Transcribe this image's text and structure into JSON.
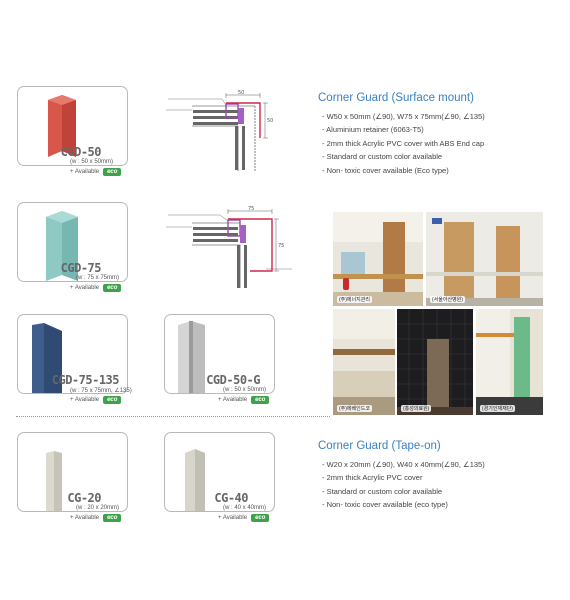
{
  "products": [
    {
      "code": "CGD-50",
      "dim": "(w : 50 x 50mm)",
      "available": "+ Available",
      "eco": "eco",
      "color": "#d9574a"
    },
    {
      "code": "CGD-75",
      "dim": "(w : 75 x 75mm)",
      "available": "+ Available",
      "eco": "eco",
      "color": "#8ec9c4"
    },
    {
      "code": "CGD-75-135",
      "dim": "(w : 75 x 75mm, ∠135)",
      "available": "+ Available",
      "eco": "eco",
      "color": "#3e5d8a"
    },
    {
      "code": "CGD-50-G",
      "dim": "(w : 50 x 50mm)",
      "available": "+ Available",
      "eco": "eco",
      "color": "#cfcfcf"
    },
    {
      "code": "CG-20",
      "dim": "(w : 20 x 20mm)",
      "available": "+ Available",
      "eco": "eco",
      "color": "#d6d3c9"
    },
    {
      "code": "CG-40",
      "dim": "(w : 40 x 40mm)",
      "available": "+ Available",
      "eco": "eco",
      "color": "#d3d0c6"
    }
  ],
  "surface": {
    "title": "Corner Guard (Surface mount)",
    "specs": [
      "W50 x 50mm (∠90), W75 x 75mm(∠90, ∠135)",
      "Aluminium retainer (6063-T5)",
      "2mm thick Acrylic PVC cover with ABS End cap",
      "Standard or custom color available",
      "Non- toxic cover available (Eco type)"
    ]
  },
  "tape": {
    "title": "Corner Guard (Tape-on)",
    "specs": [
      "W20 x 20mm (∠90), W40 x 40mm(∠90, ∠135)",
      "2mm thick Acrylic PVC cover",
      "Standard or custom color available",
      "Non- toxic cover available (eco type)"
    ]
  },
  "diagrams": [
    {
      "dim_top": "50",
      "dim_side": "50"
    },
    {
      "dim_top": "75",
      "dim_side": "75"
    }
  ],
  "photos": [
    {
      "caption": "(주)에너지관리"
    },
    {
      "caption": "(서울아산병원)"
    },
    {
      "caption": "(주)에베인드코"
    },
    {
      "caption": "(홍성의료원)"
    },
    {
      "caption": "(경기인재재단)"
    }
  ],
  "colors": {
    "accent_blue": "#3a7fc4",
    "eco_green": "#3ea24a",
    "card_border": "#b9b9b9"
  }
}
